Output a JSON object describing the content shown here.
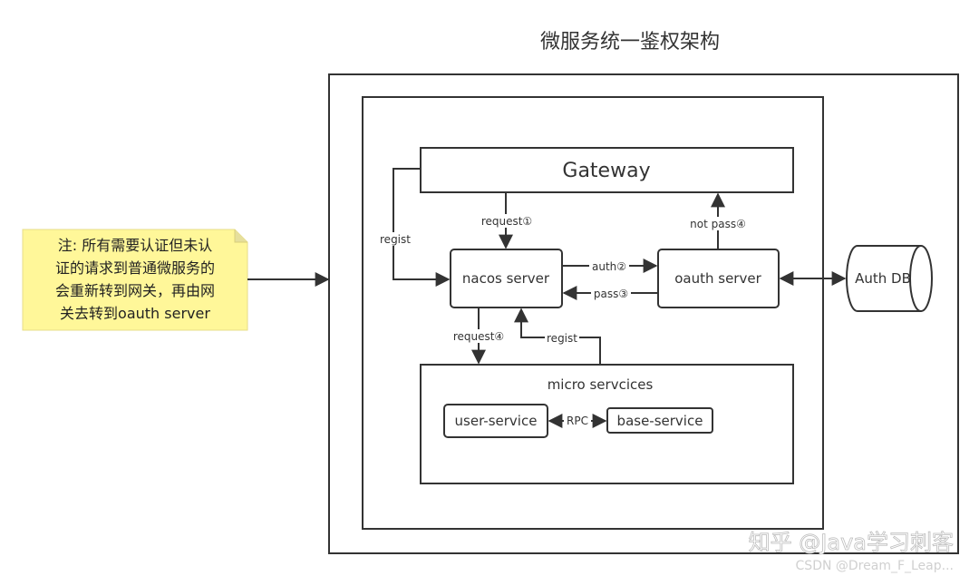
{
  "title": "微服务统一鉴权架构",
  "note": {
    "lines": [
      "注: 所有需要认证但未认",
      "证的请求到普通微服务的",
      "会重新转到网关，再由网",
      "关去转到oauth server"
    ],
    "color": "#fff799"
  },
  "nodes": {
    "gateway": "Gateway",
    "nacos": "nacos server",
    "oauth": "oauth server",
    "auth_db": "Auth DB",
    "micro": "micro servcices",
    "user_service": "user-service",
    "base_service": "base-service"
  },
  "edges": {
    "regist_left": "regist",
    "request1": "request①",
    "not_pass4": "not pass④",
    "auth2": "auth②",
    "pass3": "pass③",
    "request4": "request④",
    "regist_bottom": "regist",
    "rpc": "RPC"
  },
  "watermark": {
    "primary": "知乎 @Java学习刺客",
    "secondary": "CSDN @Dream_F_Leap..."
  }
}
